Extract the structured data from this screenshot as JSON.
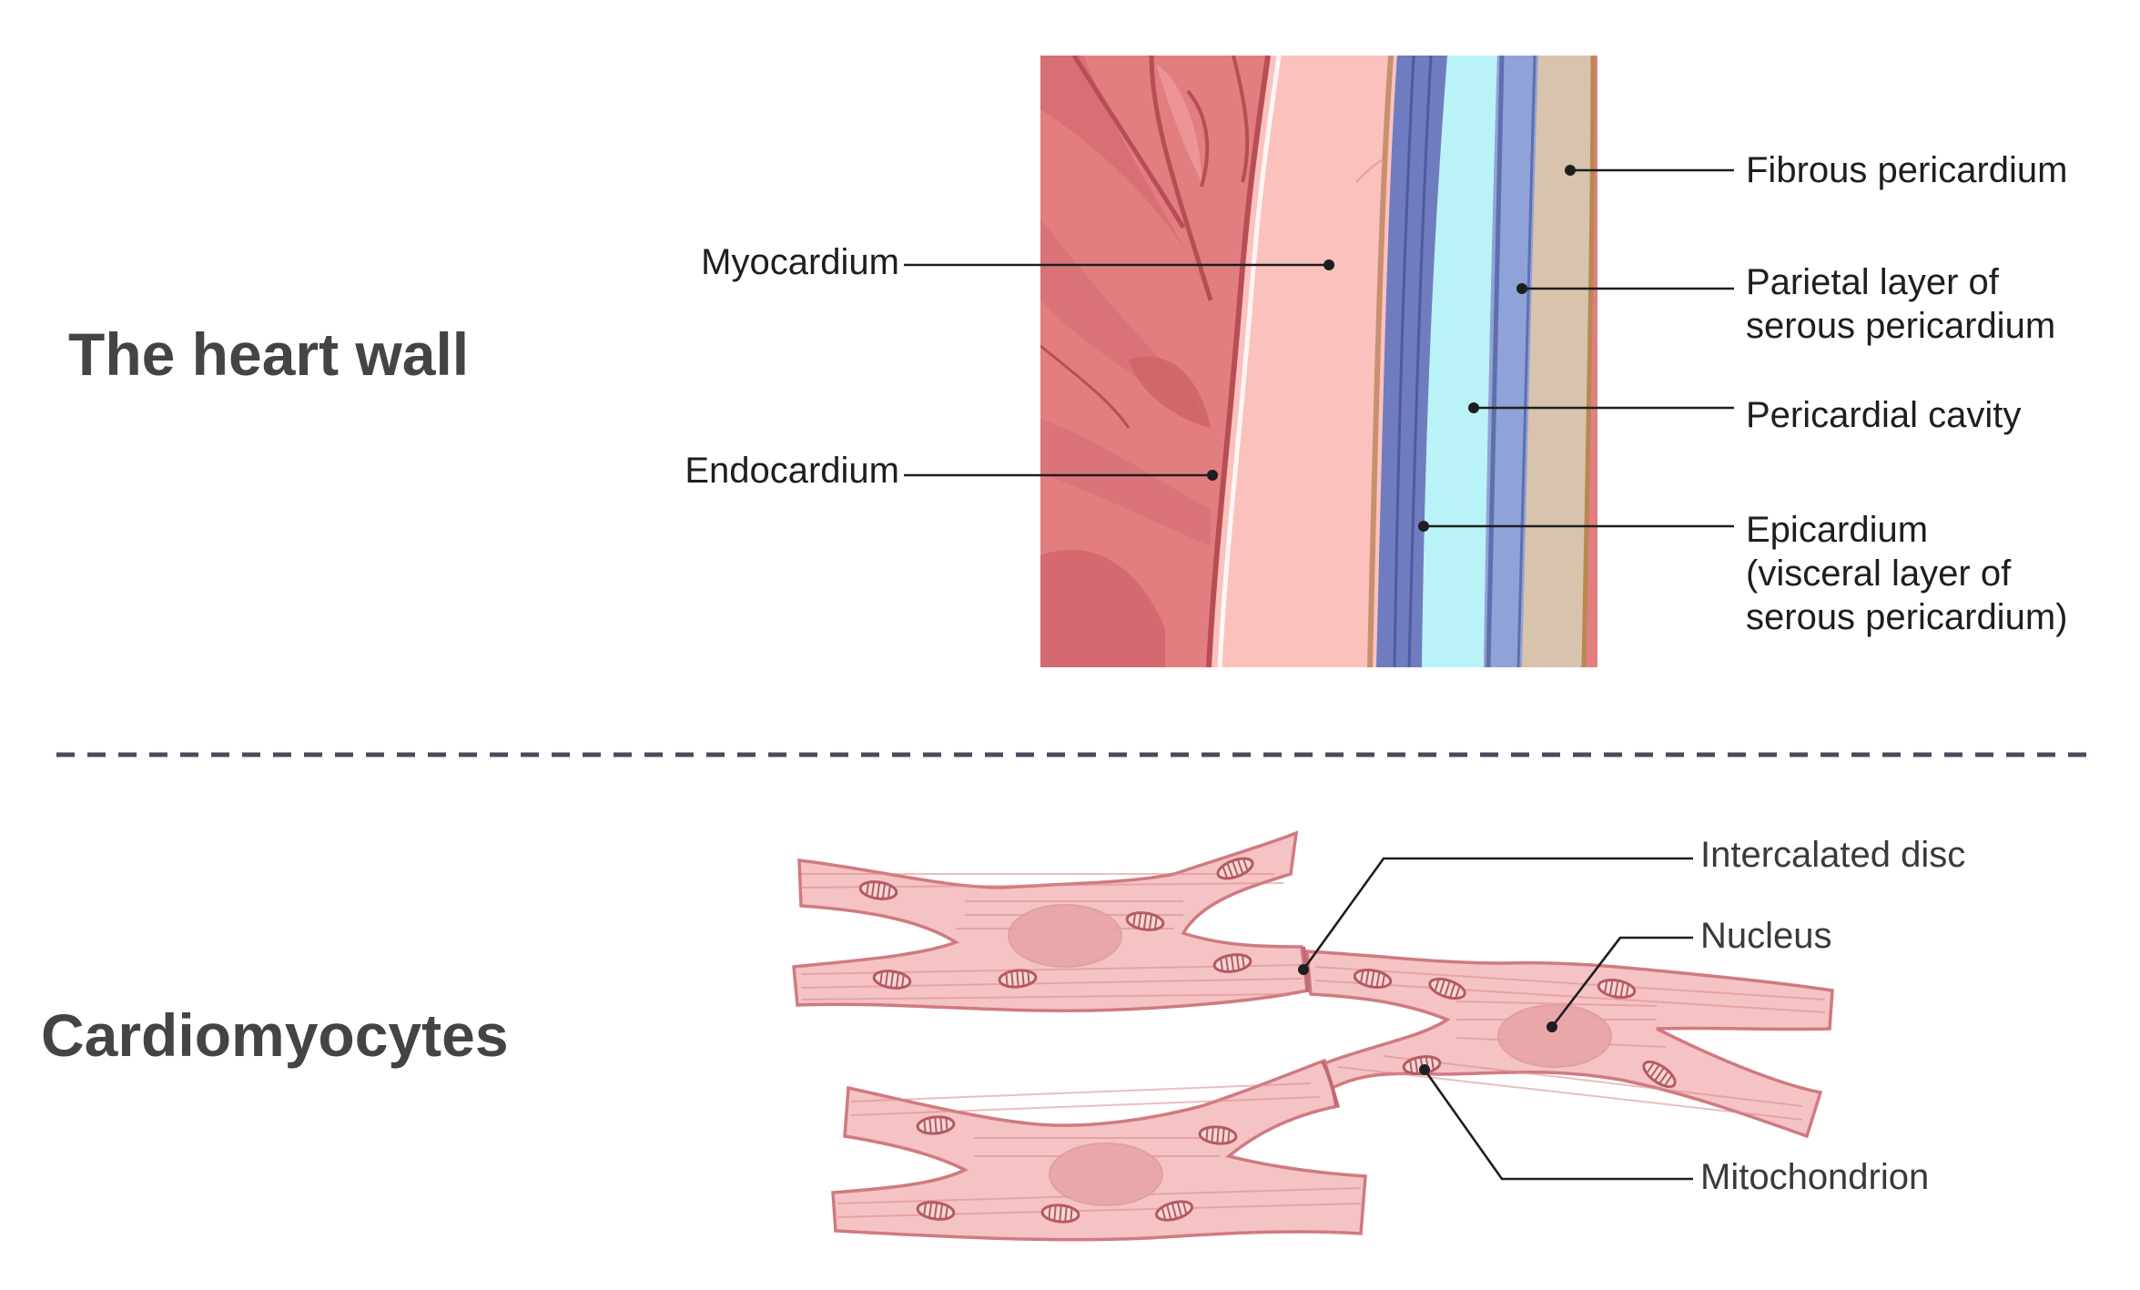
{
  "sections": {
    "heart_wall_title": "The heart wall",
    "cardiomyocytes_title": "Cardiomyocytes"
  },
  "heart_wall_labels": {
    "myocardium": "Myocardium",
    "endocardium": "Endocardium",
    "fibrous_pericardium": "Fibrous pericardium",
    "parietal_line1": "Parietal layer of",
    "parietal_line2": "serous pericardium",
    "pericardial_cavity": "Pericardial cavity",
    "epicardium_line1": "Epicardium",
    "epicardium_line2": "(visceral layer of",
    "epicardium_line3": "serous pericardium)"
  },
  "cardiomyocyte_labels": {
    "intercalated_disc": "Intercalated disc",
    "nucleus": "Nucleus",
    "mitochondrion": "Mitochondrion"
  },
  "colors": {
    "title": "#444444",
    "divider": "#4a4a5e",
    "myocardium_inner": "#e0787b",
    "myocardium_outer": "#fbc2bd",
    "epicardium": "#6f7cbf",
    "pericardial_cavity": "#b9f3f7",
    "parietal_layer": "#8fa3d8",
    "fibrous_pericardium": "#d8c4ad",
    "cell_fill": "#f5c3c4"
  }
}
